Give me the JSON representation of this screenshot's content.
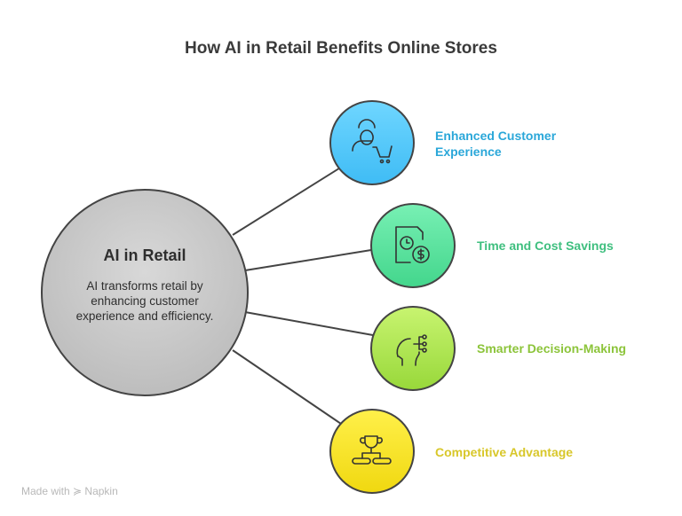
{
  "title": "How AI in Retail Benefits Online Stores",
  "center": {
    "title": "AI in Retail",
    "description": "AI transforms retail by enhancing customer experience and efficiency."
  },
  "items": [
    {
      "label": "Enhanced Customer Experience",
      "icon": "customer-cart-icon",
      "color": "#2aa7d9",
      "fill": "#4cc6f7"
    },
    {
      "label": "Time and Cost Savings",
      "icon": "time-money-icon",
      "color": "#3fbf7f",
      "fill": "#4fdc98"
    },
    {
      "label": "Smarter Decision-Making",
      "icon": "ai-head-icon",
      "color": "#8cc43a",
      "fill": "#a8e04a"
    },
    {
      "label": "Competitive Advantage",
      "icon": "trophy-hierarchy-icon",
      "color": "#d8c72a",
      "fill": "#f5e020"
    }
  ],
  "footer": "Made with ≽ Napkin"
}
